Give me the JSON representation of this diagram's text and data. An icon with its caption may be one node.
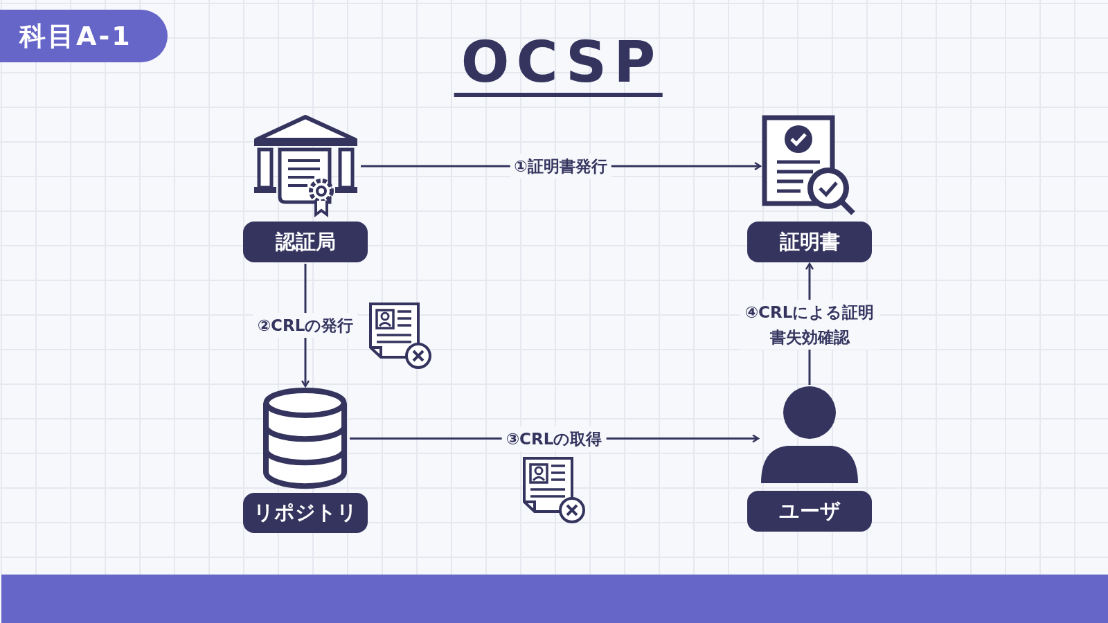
{
  "diagram": {
    "title": "OCSP",
    "nodes": [
      {
        "text": [
          "認証局"
        ]
      },
      {
        "text": [
          "証明書"
        ]
      },
      {
        "text": [
          "リポジトリ"
        ]
      },
      {
        "text": [
          "ユーザ"
        ]
      },
      {
        "text": [],
        "shape": "building"
      },
      {
        "text": [],
        "shape": "document"
      },
      {
        "text": [],
        "shape": "cylinder"
      },
      {
        "text": [],
        "shape": "person"
      }
    ],
    "edges": [
      {
        "from": 4,
        "to": 5,
        "arrow": "to",
        "label": "①証明書発行"
      },
      {
        "from": 0,
        "to": 6,
        "arrow": "to",
        "label": "②CRLの発行"
      },
      {
        "from": 6,
        "to": 7,
        "arrow": "to",
        "label": "③CRLの取得"
      },
      {
        "from": 7,
        "to": 1,
        "arrow": "to",
        "label": "④CRLによる証明書失効確認"
      }
    ],
    "labels": [
      "科目A-1"
    ]
  }
}
